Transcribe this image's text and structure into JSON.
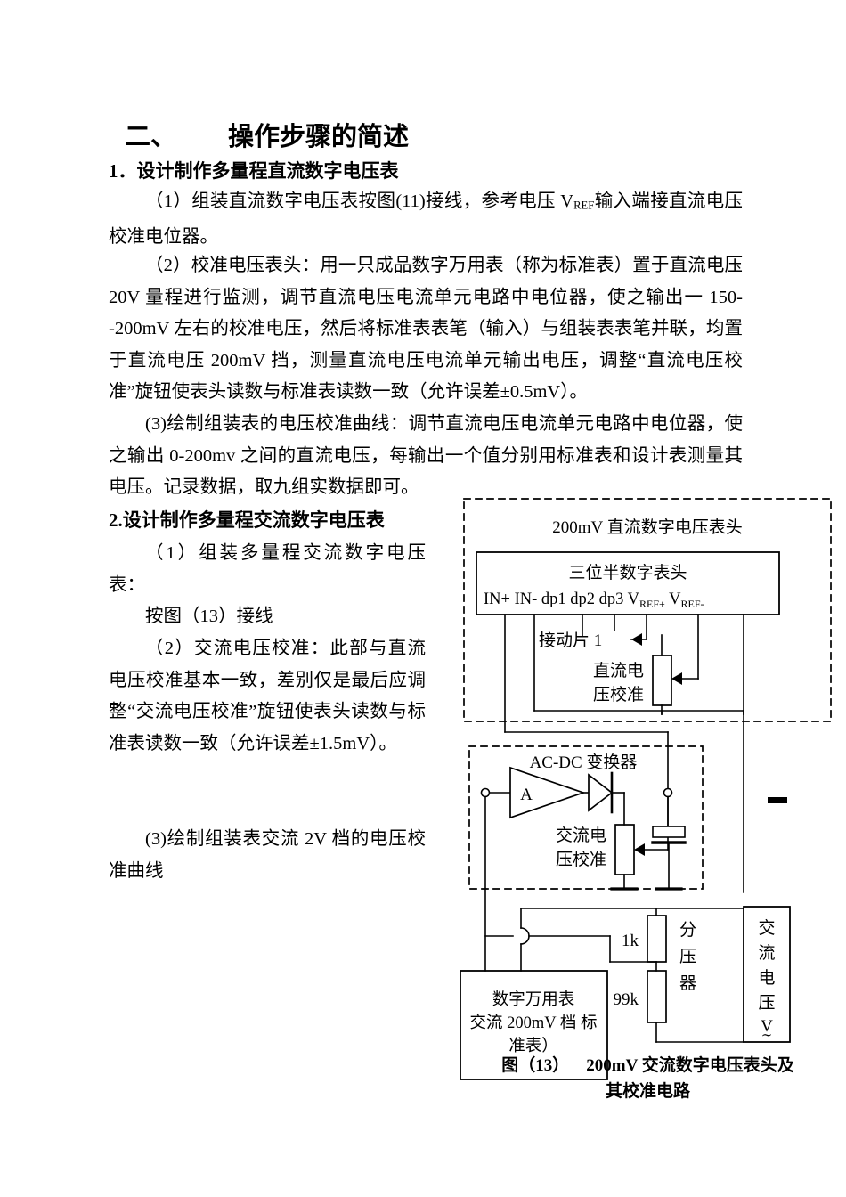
{
  "document": {
    "section_heading": "二、        操作步骤的简述",
    "sub_heading_1": "1．设计制作多量程直流数字电压表",
    "sub_heading_2": "2.设计制作多量程交流数字电压表",
    "paragraph_1_a": "（1）组装直流数字电压表按图(11)接线，参考电压 V",
    "paragraph_1_ref": "REF",
    "paragraph_1_b": "输入端接直流电压校准电位器。",
    "paragraph_2": "（2）校准电压表头：用一只成品数字万用表（称为标准表）置于直流电压 20V 量程进行监测，调节直流电压电流单元电路中电位器，使之输出一 150--200mV 左右的校准电压，然后将标准表表笔（输入）与组装表表笔并联，均置于直流电压 200mV 挡，测量直流电压电流单元输出电压，调整“直流电压校准”旋钮使表头读数与标准表读数一致（允许误差±0.5mV）。",
    "paragraph_3": "(3)绘制组装表的电压校准曲线：调节直流电压电流单元电路中电位器，使之输出 0-200mv 之间的直流电压，每输出一个值分别用标准表和设计表测量其电压。记录数据，取九组实数据即可。",
    "column_1": "（1）组装多量程交流数字电压表：",
    "column_2": "按图（13）接线",
    "column_3": "（2）交流电压校准：此部与直流电压校准基本一致，差别仅是最后应调整“交流电压校准”旋钮使表头读数与标准表读数一致（允许误差±1.5mV）。",
    "column_4": "(3)绘制组装表交流 2V 档的电压校准曲线"
  },
  "figure": {
    "caption_line_1": "图（13）    200mV 交流数字电压表头及",
    "caption_line_2": "其校准电路",
    "dc_block_title": "200mV 直流数字电压表头",
    "meter_title": "三位半数字表头",
    "meter_pins": "IN+ IN-  dp1 dp2 dp3  V",
    "meter_pin_ref_plus": "REF+",
    "meter_pin_v2": " V",
    "meter_pin_ref_minus": "REF-",
    "contact_label": "接动片 1",
    "dc_cal_line1": "直流电",
    "dc_cal_line2": "压校准",
    "acdc_title": "AC-DC 变换器",
    "amp_label": "A",
    "ac_cal_line1": "交流电",
    "ac_cal_line2": "压校准",
    "multimeter_line1": "数字万用表",
    "multimeter_line2": "交流 200mV 档  标",
    "multimeter_line3": "准表）",
    "divider_r1": "1k",
    "divider_r2": "99k",
    "divider_label_1": "分",
    "divider_label_2": "压",
    "divider_label_3": "器",
    "ac_source_1": "交",
    "ac_source_2": "流",
    "ac_source_3": "电",
    "ac_source_4": "压",
    "ac_source_5": "V",
    "ac_source_tilde": "∼",
    "minus_mark": "—"
  },
  "colors": {
    "ink": "#000000",
    "paper": "#ffffff",
    "wire": "#1a1a1a"
  }
}
